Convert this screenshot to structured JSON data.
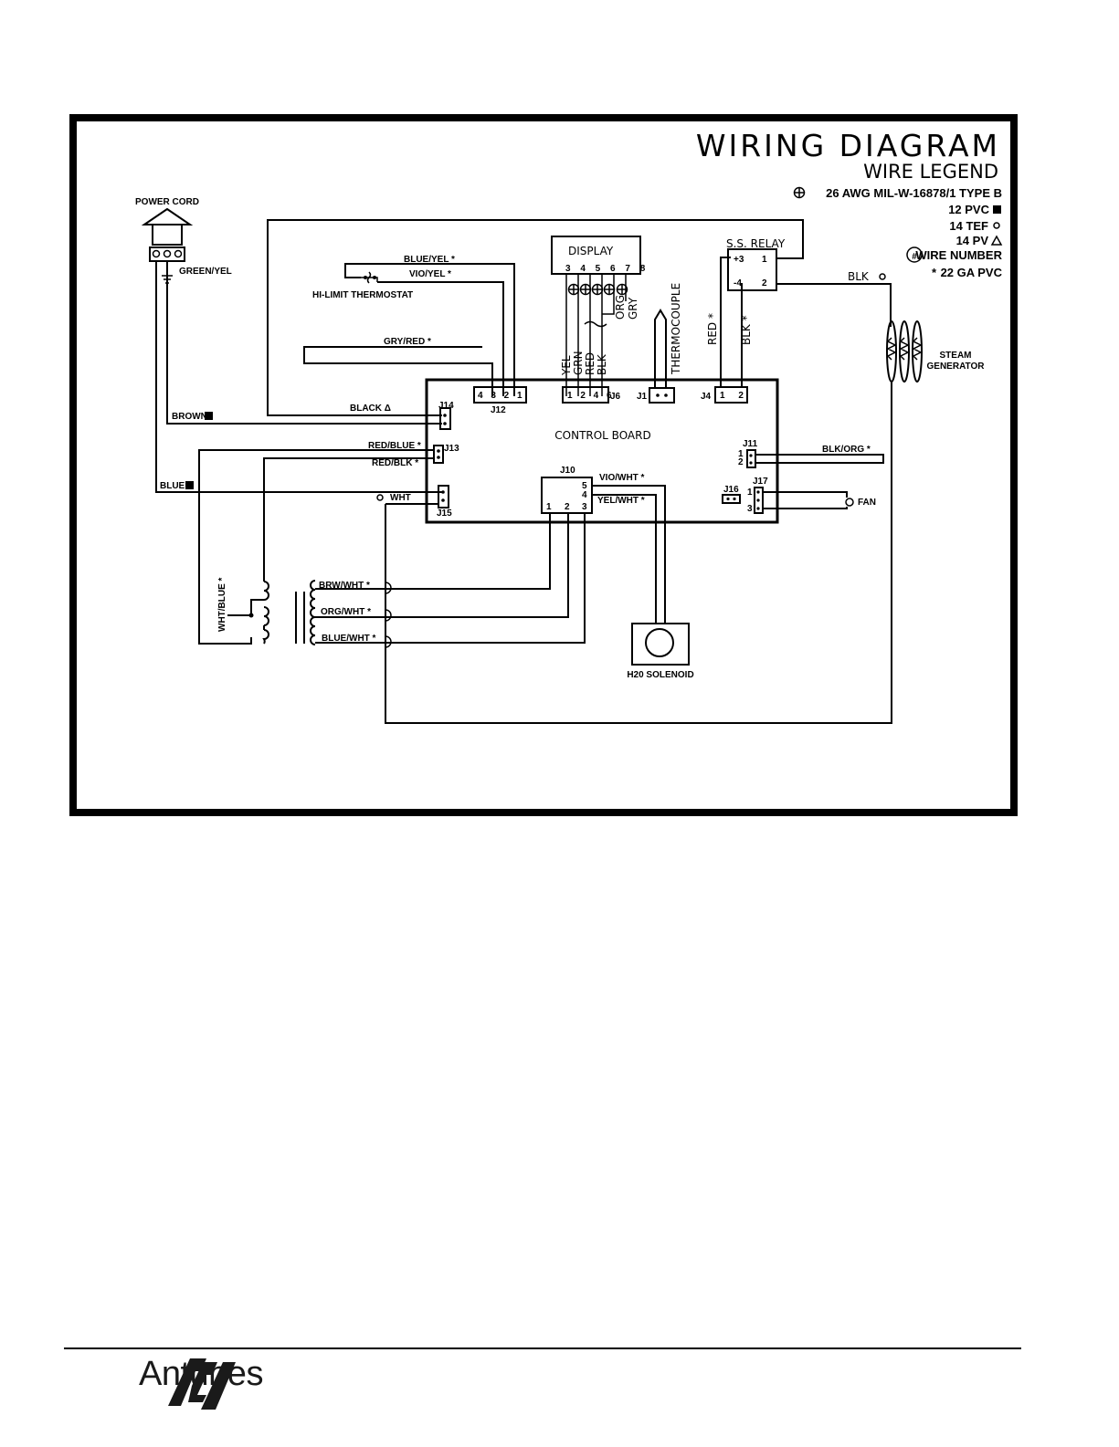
{
  "diagram": {
    "title": "WIRING DIAGRAM",
    "subtitle": "WIRE LEGEND",
    "legend": {
      "l1": "26 AWG MIL-W-16878/1 TYPE B",
      "l2": "12 PVC",
      "l3": "14 TEF",
      "l4": "14 PV",
      "l5": "WIRE NUMBER",
      "l6": "22 GA PVC"
    },
    "components": {
      "power_cord": "POWER CORD",
      "green_yel": "GREEN/YEL",
      "hi_limit": "HI-LIMIT THERMOSTAT",
      "display": "DISPLAY",
      "display_pins": "3 4 5 6 7 8",
      "ss_relay": "S.S. RELAY",
      "thermocouple": "THERMOCOUPLE",
      "steam_generator_1": "STEAM",
      "steam_generator_2": "GENERATOR",
      "control_board": "CONTROL BOARD",
      "h2o_solenoid": "H20 SOLENOID",
      "fan": "FAN"
    },
    "connectors": {
      "j12": "J12",
      "j12_pins": "4 3 2 1",
      "j6": "J6",
      "j6_pins": "1 2 4 6",
      "j1": "J1",
      "j4": "J4",
      "j4_pins": "1 2",
      "j14": "J14",
      "j13": "J13",
      "j15": "J15",
      "j10": "J10",
      "j11": "J11",
      "j16": "J16",
      "j17": "J17",
      "relay_p3": "+3",
      "relay_p1": "1",
      "relay_m4": "-4",
      "relay_p2": "2",
      "j10_5": "5",
      "j10_4": "4",
      "j10_1": "1",
      "j10_2": "2",
      "j10_3": "3",
      "j11_1": "1",
      "j11_2": "2",
      "j17_1": "1",
      "j17_3": "3"
    },
    "wires": {
      "blue_yel": "BLUE/YEL *",
      "vio_yel": "VIO/YEL *",
      "gry_red": "GRY/RED *",
      "black": "BLACK Δ",
      "brown": "BROWN",
      "red_blue": "RED/BLUE *",
      "red_blk": "RED/BLK *",
      "blue": "BLUE",
      "wht": "WHT",
      "vio_wht": "VIO/WHT *",
      "yel_wht": "YEL/WHT *",
      "blk_org": "BLK/ORG *",
      "blk": "BLK",
      "red_relay": "RED *",
      "blk_relay": "BLK *",
      "yel": "YEL",
      "grn": "GRN",
      "red": "RED",
      "blk_d": "BLK",
      "org": "ORG",
      "gry": "GRY",
      "wht_blue": "WHT/BLUE *",
      "brw_wht": "BRW/WHT *",
      "org_wht": "ORG/WHT *",
      "blue_wht": "BLUE/WHT *"
    }
  },
  "footer": {
    "brand": "Antunes",
    "logo": "antunes-logo"
  }
}
